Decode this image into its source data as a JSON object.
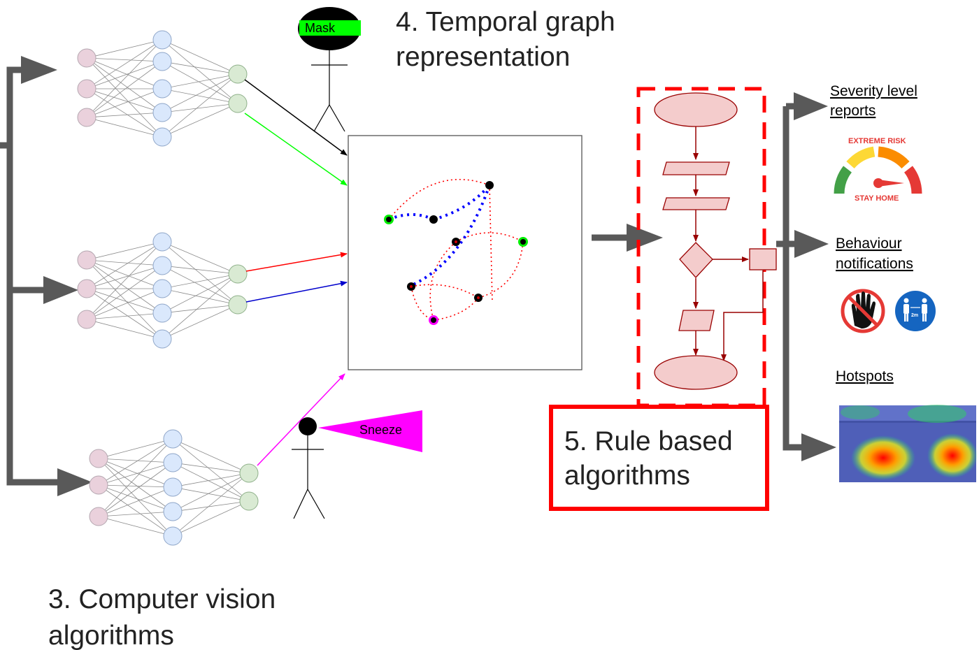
{
  "labels": {
    "temporal_title_1": "4. Temporal graph",
    "temporal_title_2": "representation",
    "cv_title_1": "3. Computer vision",
    "cv_title_2": "algorithms",
    "rule_title_1": "5. Rule based",
    "rule_title_2": "algorithms",
    "mask": "Mask",
    "sneeze": "Sneeze"
  },
  "outputs": {
    "severity_1": "Severity level",
    "severity_2": "reports",
    "behaviour_1": "Behaviour",
    "behaviour_2": "notifications",
    "hotspots": "Hotspots",
    "gauge_top": "EXTREME RISK",
    "gauge_bottom": "STAY HOME",
    "distance_label": "2m"
  },
  "colors": {
    "arrow_gray": "#595959",
    "node_pink": "#ead1dc",
    "node_blue": "#dae8fc",
    "node_green": "#d9ead3",
    "flow_fill": "#f4cccc",
    "flow_stroke": "#990000",
    "rule_red": "#ff0000",
    "mask_green": "#00ff00",
    "sneeze_magenta": "#ff00ff",
    "graph_blue": "#0000ff"
  }
}
